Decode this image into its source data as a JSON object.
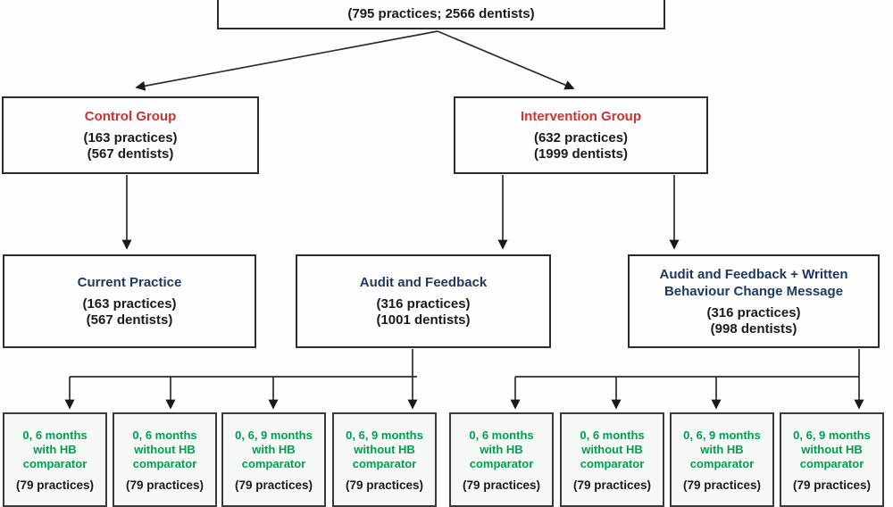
{
  "diagram": {
    "colors": {
      "title_red": "#cc3333",
      "title_navy": "#1f3a60",
      "followup_green": "#009e52",
      "text_black": "#1a1a1a",
      "box_border": "#2d2d2d"
    },
    "root": {
      "count_line": "(795 practices; 2566 dentists)"
    },
    "level1": [
      {
        "title": "Control Group",
        "counts": [
          "(163 practices)",
          "(567 dentists)"
        ]
      },
      {
        "title": "Intervention Group",
        "counts": [
          "(632 practices)",
          "(1999 dentists)"
        ]
      }
    ],
    "level2": [
      {
        "title": "Current Practice",
        "counts": [
          "(163 practices)",
          "(567 dentists)"
        ]
      },
      {
        "title": "Audit and Feedback",
        "counts": [
          "(316 practices)",
          "(1001 dentists)"
        ]
      },
      {
        "title": "Audit and Feedback + Written Behaviour Change Message",
        "counts": [
          "(316 practices)",
          "(998 dentists)"
        ]
      }
    ],
    "level3": [
      {
        "lines": [
          "0, 6 months",
          "with HB",
          "comparator"
        ],
        "count": "(79 practices)"
      },
      {
        "lines": [
          "0, 6 months",
          "without HB",
          "comparator"
        ],
        "count": "(79 practices)"
      },
      {
        "lines": [
          "0, 6, 9 months",
          "with HB",
          "comparator"
        ],
        "count": "(79 practices)"
      },
      {
        "lines": [
          "0, 6, 9 months",
          "without HB",
          "comparator"
        ],
        "count": "(79 practices)"
      },
      {
        "lines": [
          "0, 6 months",
          "with HB",
          "comparator"
        ],
        "count": "(79 practices)"
      },
      {
        "lines": [
          "0, 6 months",
          "without HB",
          "comparator"
        ],
        "count": "(79 practices)"
      },
      {
        "lines": [
          "0, 6, 9 months",
          "with HB",
          "comparator"
        ],
        "count": "(79 practices)"
      },
      {
        "lines": [
          "0, 6, 9 months",
          "without HB",
          "comparator"
        ],
        "count": "(79 practices)"
      }
    ]
  }
}
